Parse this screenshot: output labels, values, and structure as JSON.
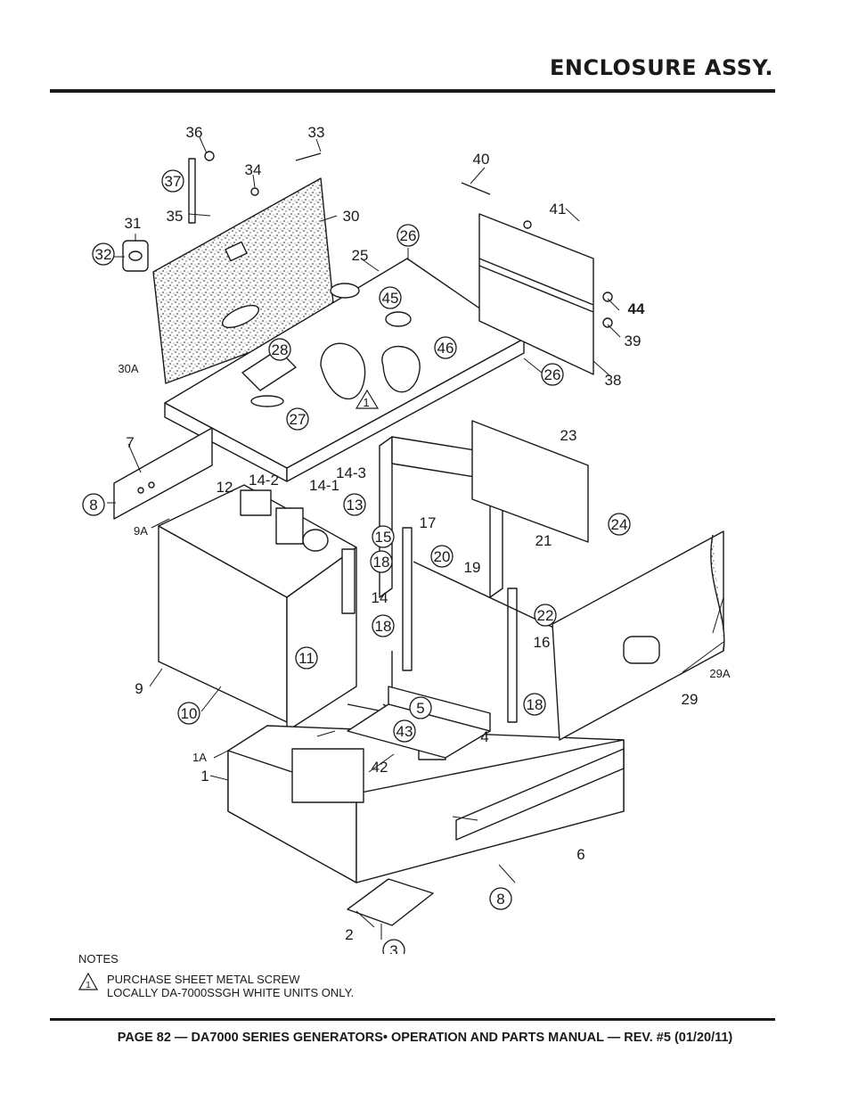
{
  "header": {
    "title": "ENCLOSURE ASSY."
  },
  "diagram": {
    "callouts": [
      "1",
      "1A",
      "2",
      "3",
      "4",
      "5",
      "6",
      "7",
      "8",
      "8",
      "9",
      "9A",
      "10",
      "11",
      "12",
      "13",
      "14",
      "14-1",
      "14-2",
      "14-3",
      "15",
      "16",
      "17",
      "18",
      "18",
      "18",
      "19",
      "20",
      "21",
      "22",
      "23",
      "24",
      "25",
      "26",
      "26",
      "27",
      "28",
      "29",
      "29A",
      "30",
      "30A",
      "31",
      "32",
      "33",
      "34",
      "35",
      "36",
      "37",
      "38",
      "39",
      "40",
      "41",
      "42",
      "43",
      "44",
      "45",
      "46"
    ]
  },
  "notes": {
    "heading": "NOTES",
    "marker": "1",
    "line1": "PURCHASE SHEET METAL SCREW",
    "line2": "LOCALLY DA-7000SSGH WHITE UNITS ONLY."
  },
  "footer": {
    "text": "PAGE 82 — DA7000 SERIES GENERATORS• OPERATION AND PARTS MANUAL — REV. #5 (01/20/11)"
  }
}
